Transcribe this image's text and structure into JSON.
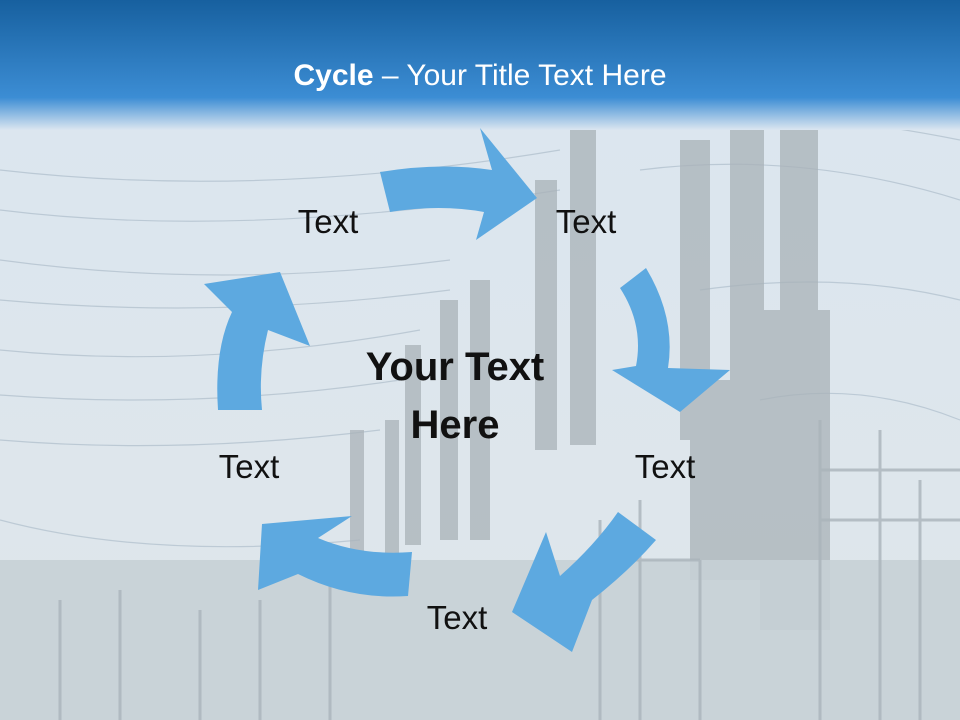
{
  "slide": {
    "title_bold": "Cycle",
    "title_sep": " – ",
    "title_rest": "Your Title Text Here"
  },
  "cycle": {
    "center_text": "Your Text Here",
    "arrow_color": "#5da9e0",
    "labels": [
      "Text",
      "Text",
      "Text",
      "Text",
      "Text"
    ]
  },
  "colors": {
    "banner_top": "#1a68ad",
    "banner_bottom": "#3c8dd4",
    "sky": "#dbe6f0"
  }
}
